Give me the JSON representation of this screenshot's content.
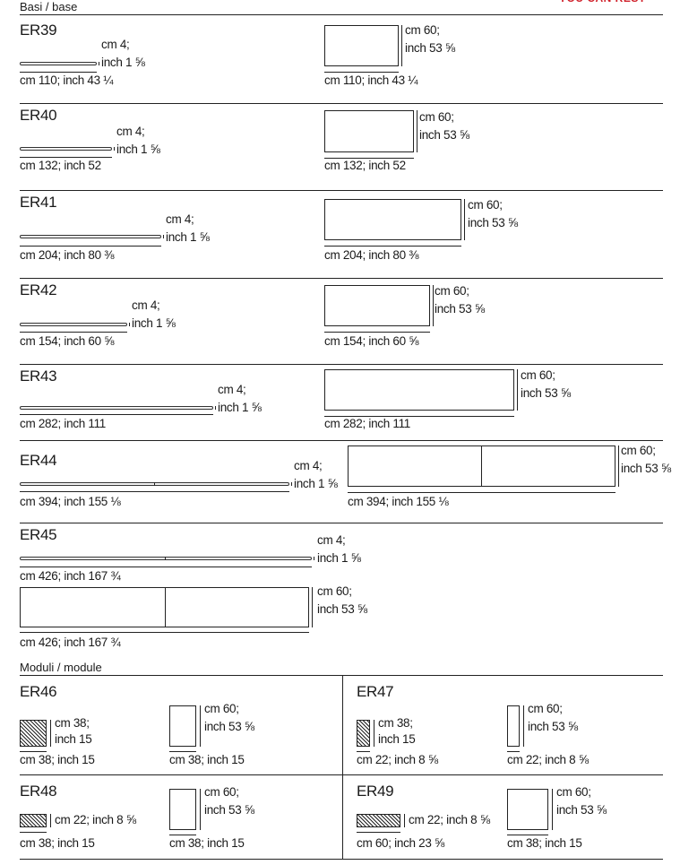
{
  "header": {
    "section_bases": "Basi / base",
    "section_modules": "Moduli / module",
    "corner_note": "YOU CAN REST"
  },
  "colors": {
    "accent_red": "#d0202a",
    "ink": "#1a1a1a"
  },
  "bases": [
    {
      "code": "ER39",
      "thickness_cm": "cm 4;",
      "thickness_in": "inch 1 ⅝",
      "width_label": "cm 110; inch 43 ¼",
      "height_cm": "cm 60;",
      "height_in": "inch 53 ⅝"
    },
    {
      "code": "ER40",
      "thickness_cm": "cm 4;",
      "thickness_in": "inch 1 ⅝",
      "width_label": "cm 132; inch 52",
      "height_cm": "cm 60;",
      "height_in": "inch 53 ⅝"
    },
    {
      "code": "ER41",
      "thickness_cm": "cm 4;",
      "thickness_in": "inch 1 ⅝",
      "width_label": "cm 204; inch 80 ⅜",
      "height_cm": "cm 60;",
      "height_in": "inch 53 ⅝"
    },
    {
      "code": "ER42",
      "thickness_cm": "cm 4;",
      "thickness_in": "inch 1 ⅝",
      "width_label": "cm 154; inch 60 ⅝",
      "height_cm": "cm 60;",
      "height_in": "inch 53 ⅝"
    },
    {
      "code": "ER43",
      "thickness_cm": "cm 4;",
      "thickness_in": "inch 1 ⅝",
      "width_label": "cm 282; inch 111",
      "height_cm": "cm 60;",
      "height_in": "inch 53 ⅝"
    },
    {
      "code": "ER44",
      "thickness_cm": "cm 4;",
      "thickness_in": "inch 1 ⅝",
      "width_label": "cm 394; inch 155 ⅛",
      "height_cm": "cm 60;",
      "height_in": "inch 53 ⅝"
    },
    {
      "code": "ER45",
      "thickness_cm": "cm 4;",
      "thickness_in": "inch 1 ⅝",
      "width_label": "cm 426; inch 167 ¾",
      "height_cm": "cm 60;",
      "height_in": "inch 53 ⅝"
    }
  ],
  "modules": [
    {
      "code": "ER46",
      "side_label_1": "cm 38;",
      "side_label_2": "inch 15",
      "top_width": "cm 38; inch 15",
      "front_height_cm": "cm 60;",
      "front_height_in": "inch 53 ⅝",
      "front_width": "cm 38; inch 15"
    },
    {
      "code": "ER47",
      "side_label_1": "cm 38;",
      "side_label_2": "inch 15",
      "top_width": "cm 22; inch 8 ⅝",
      "front_height_cm": "cm 60;",
      "front_height_in": "inch 53 ⅝",
      "front_width": "cm 22; inch 8 ⅝"
    },
    {
      "code": "ER48",
      "side_label_1": "cm 22; inch 8 ⅝",
      "top_width": "cm 38; inch 15",
      "front_height_cm": "cm 60;",
      "front_height_in": "inch 53 ⅝",
      "front_width": "cm 38; inch 15"
    },
    {
      "code": "ER49",
      "side_label_1": "cm 22; inch 8 ⅝",
      "top_width": "cm 60; inch 23 ⅝",
      "front_height_cm": "cm 60;",
      "front_height_in": "inch 53 ⅝",
      "front_width": "cm 38; inch 15"
    }
  ]
}
